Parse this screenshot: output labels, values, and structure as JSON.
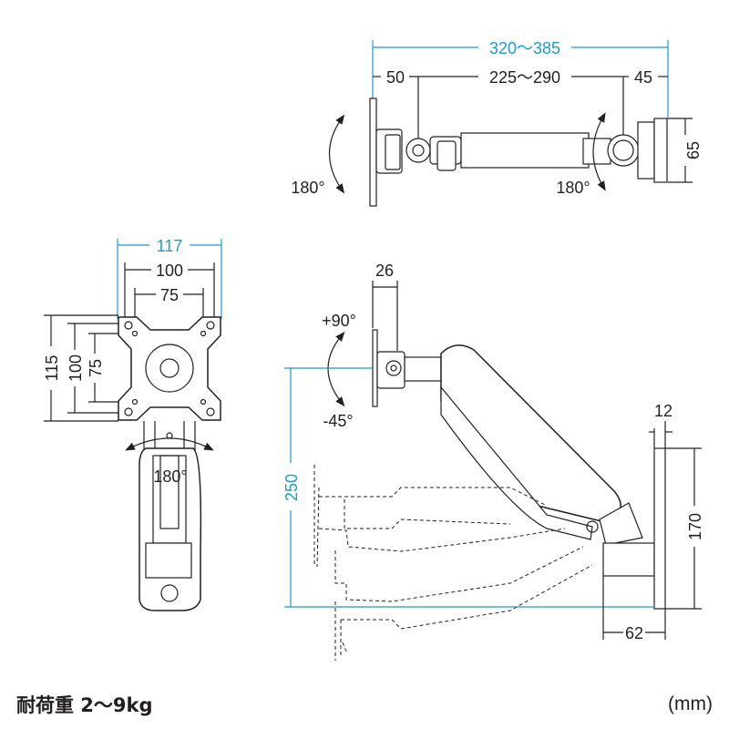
{
  "diagram": {
    "top_view": {
      "overall": "320～385",
      "left_offset": "50",
      "arm_range": "225～290",
      "right_offset": "45",
      "mount_height": "65",
      "rotate_left": "180°",
      "rotate_right": "180°"
    },
    "vesa_view": {
      "outer_width": "117",
      "width_100": "100",
      "width_75": "75",
      "outer_height": "115",
      "height_100": "100",
      "height_75": "75",
      "rotate": "180°"
    },
    "side_view": {
      "plate_depth": "26",
      "tilt_up": "+90°",
      "tilt_down": "-45°",
      "height_range": "250",
      "plate_thickness": "12",
      "plate_height": "170",
      "base_depth": "62"
    }
  },
  "footer": {
    "load": "耐荷重 2～9kg",
    "unit": "(mm)"
  },
  "colors": {
    "line": "#231f20",
    "accent": "#1a9ccf"
  }
}
